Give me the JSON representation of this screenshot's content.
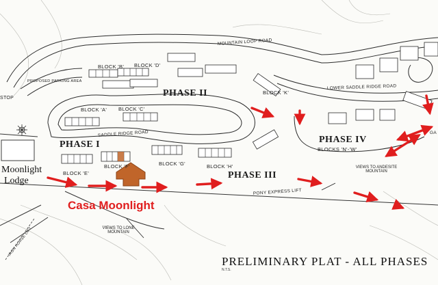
{
  "map": {
    "title": "PRELIMINARY PLAT - ALL PHASES",
    "scale_note": "N.T.S."
  },
  "phases": {
    "phase_1": "PHASE I",
    "phase_2": "PHASE II",
    "phase_3": "PHASE III",
    "phase_4": "PHASE IV",
    "phase_4_blocks": "BLOCKS 'N'-'W'"
  },
  "blocks": {
    "b": "BLOCK 'B'",
    "c": "BLOCK 'C'",
    "d": "BLOCK 'D'",
    "e": "BLOCK 'E'",
    "f": "BLOCK 'F'",
    "g": "BLOCK 'G'",
    "h": "BLOCK 'H'",
    "k": "BLOCK 'K'",
    "a": "BLOCK 'A'"
  },
  "roads": {
    "mountain_loop": "MOUNTAIN LOOP ROAD",
    "saddle_ridge": "SADDLE RIDGE ROAD",
    "lower_saddle_ridge": "LOWER SADDLE RIDGE ROAD",
    "parking": "PROPOSED PARKING AREA",
    "pony_express": "PONY EXPRESS LIFT",
    "iron_horse": "IRON HORSE LIFT",
    "stop": "STOP"
  },
  "views": {
    "andesite": "VIEWS TO ANDESITE MOUNTAIN",
    "lone_mountain": "VIEWS TO LONE MOUNTAIN"
  },
  "landmarks": {
    "lodge_line1": "Moonlight",
    "lodge_line2": "Lodge",
    "edge_label": "GA"
  },
  "callout": {
    "label": "Casa Moonlight",
    "color": "#e01e1e",
    "marker_color": "#c0652a"
  }
}
